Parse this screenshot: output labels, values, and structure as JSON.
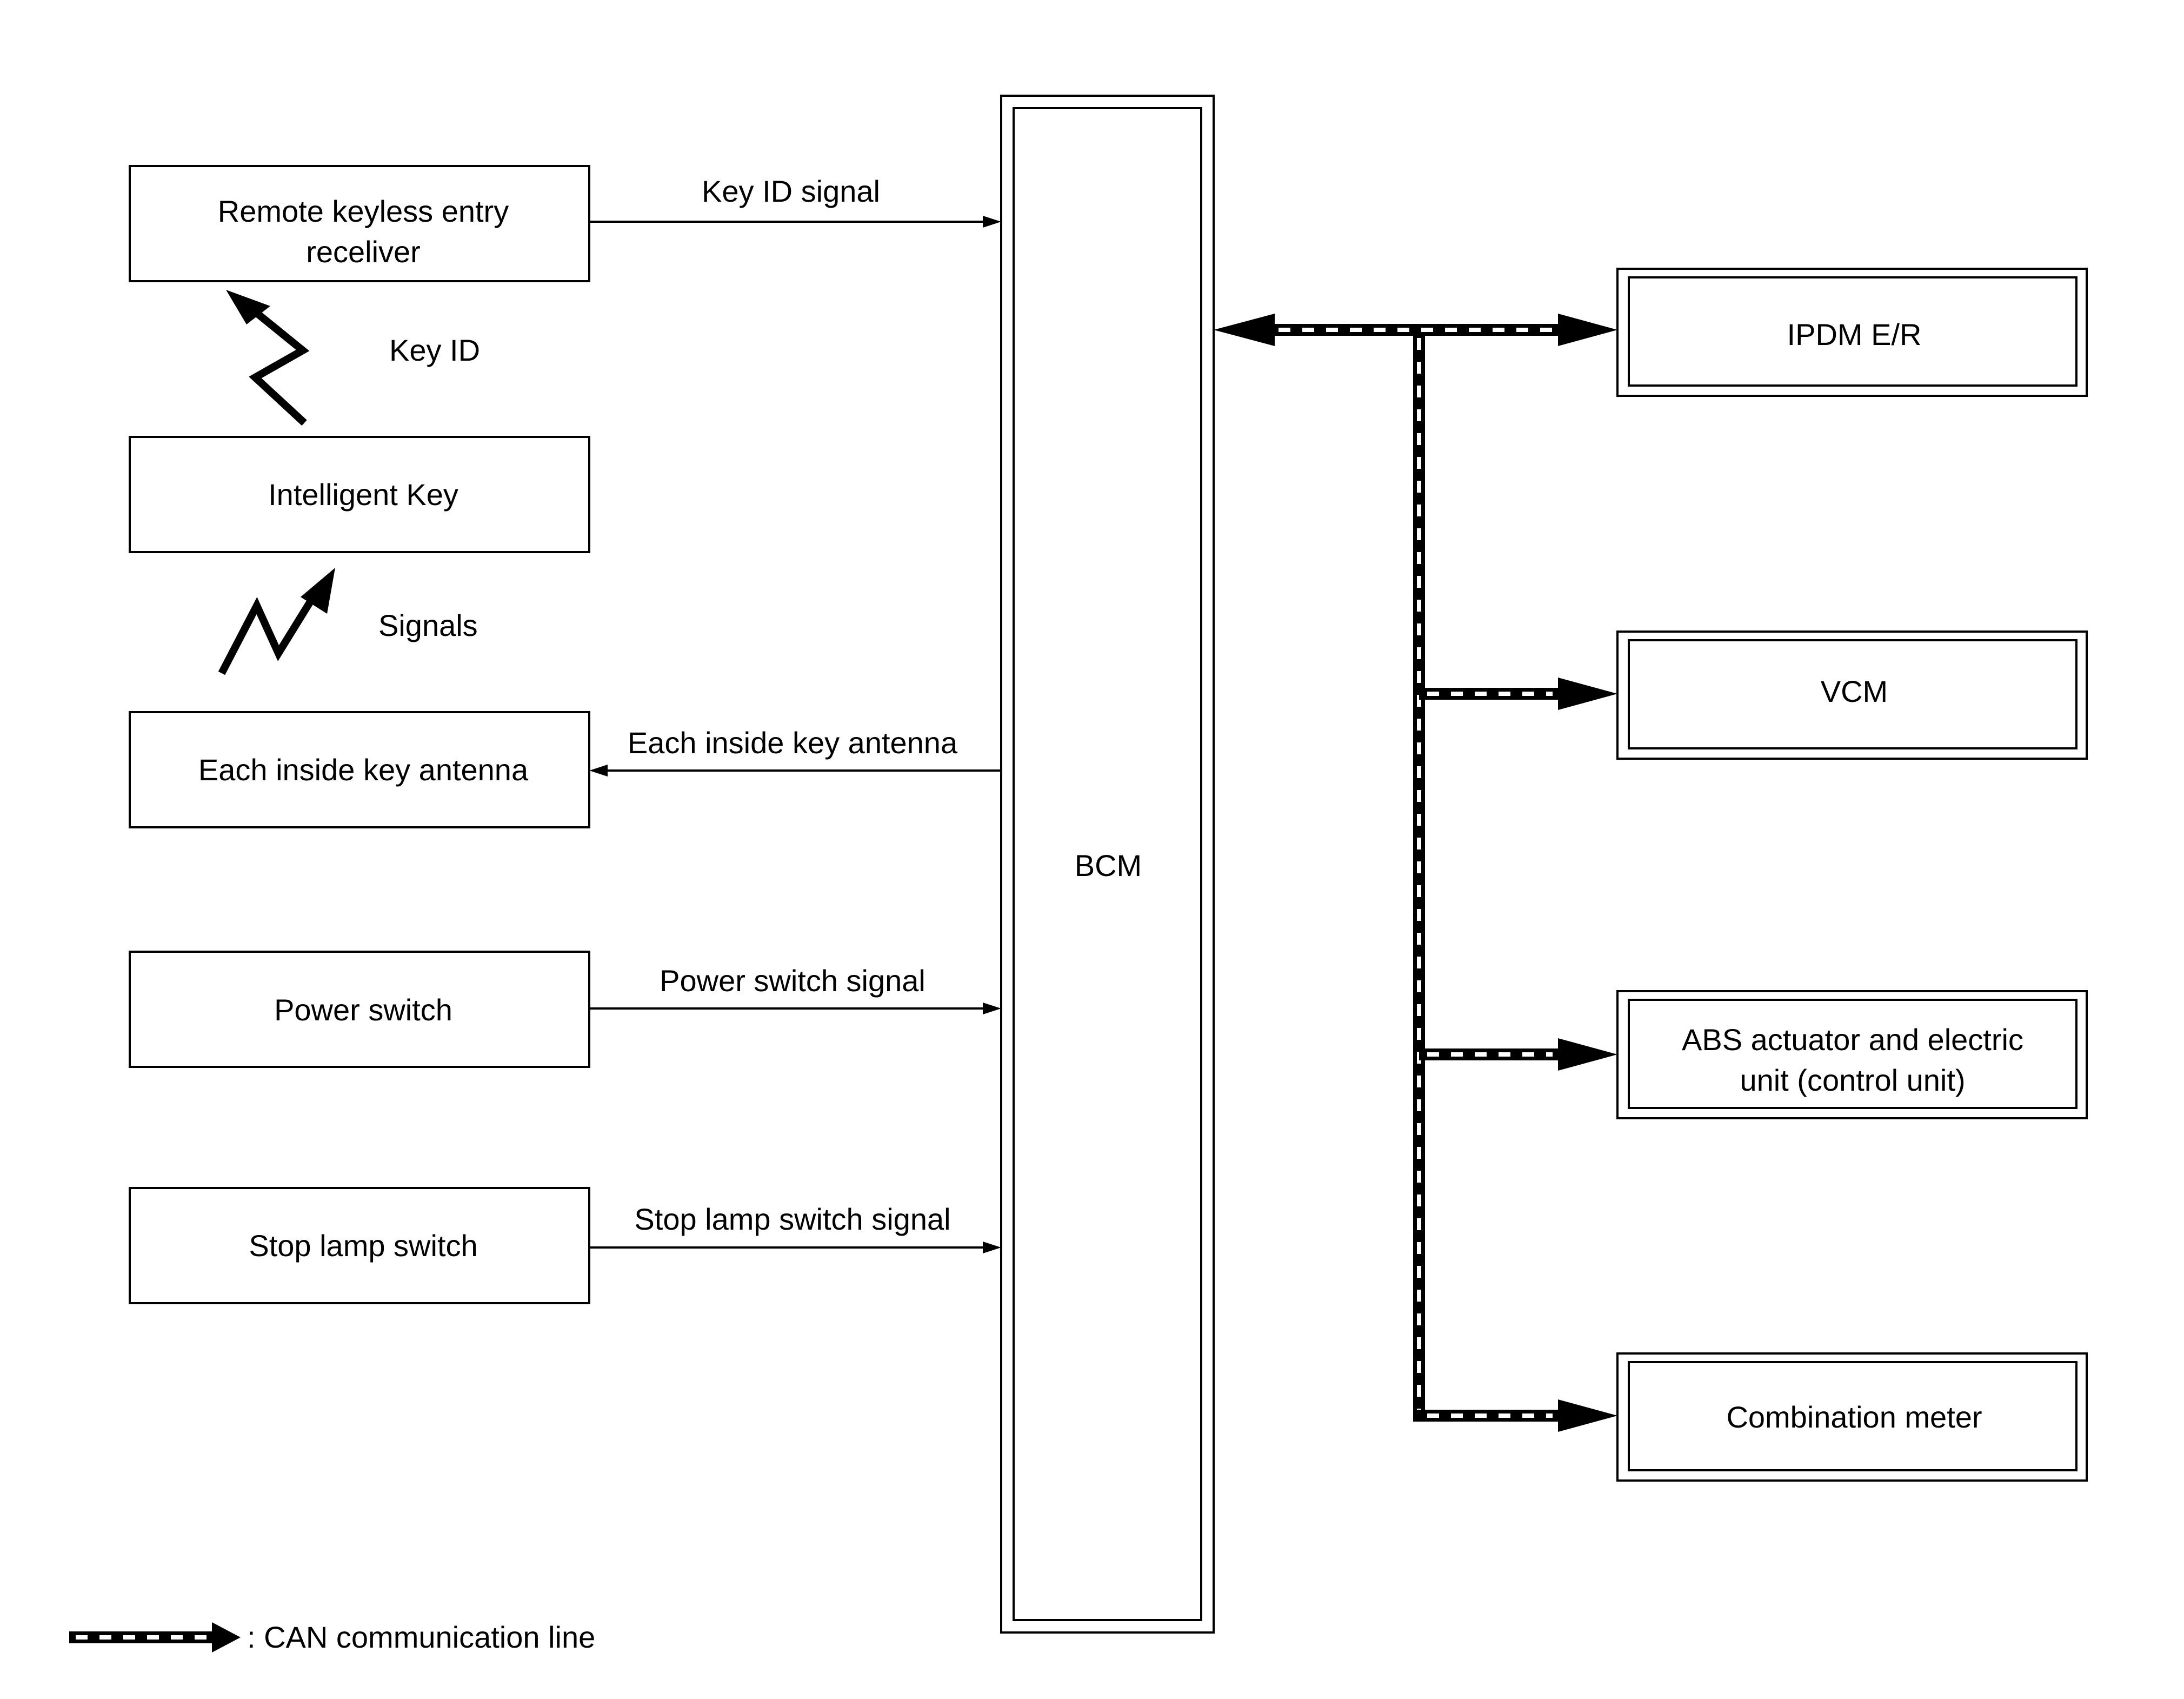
{
  "left_boxes": {
    "remote_keyless_line1": "Remote keyless entry",
    "remote_keyless_line2": "receliver",
    "intelligent_key": "Intelligent Key",
    "inside_key_antenna": "Each inside key antenna",
    "power_switch": "Power switch",
    "stop_lamp_switch": "Stop lamp switch"
  },
  "wireless": {
    "key_id": "Key ID",
    "signals": "Signals"
  },
  "signals": {
    "key_id_signal": "Key ID signal",
    "inside_key_antenna": "Each inside key antenna",
    "power_switch_signal": "Power switch signal",
    "stop_lamp_switch_signal": "Stop lamp switch signal"
  },
  "center": {
    "bcm": "BCM"
  },
  "right_boxes": {
    "ipdm": "IPDM E/R",
    "vcm": "VCM",
    "abs_line1": "ABS actuator and electric",
    "abs_line2": "unit (control unit)",
    "combination_meter": "Combination meter"
  },
  "legend": {
    "can_line": ": CAN communication line"
  },
  "colors": {
    "line": "#000000",
    "background": "#ffffff"
  }
}
